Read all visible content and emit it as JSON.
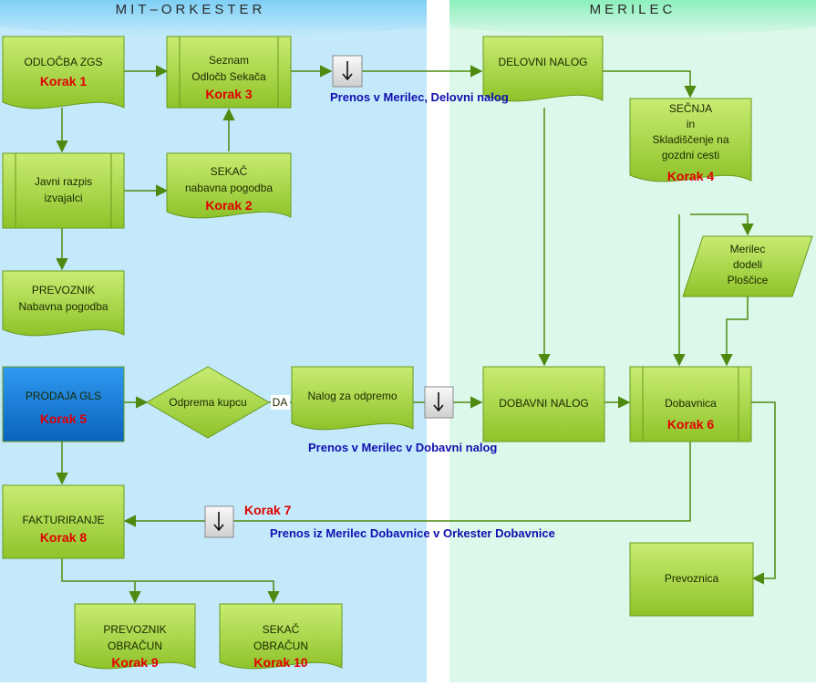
{
  "lanes": {
    "left": "MIT–ORKESTER",
    "right": "MERILEC"
  },
  "nodes": {
    "odlocba": {
      "lines": [
        "ODLOČBA ZGS"
      ],
      "step": "Korak 1"
    },
    "seznam": {
      "lines": [
        "Seznam",
        "Odločb Sekača"
      ],
      "step": "Korak 3"
    },
    "javni": {
      "lines": [
        "Javni razpis",
        "izvajalci"
      ]
    },
    "sekac": {
      "lines": [
        "SEKAČ",
        "nabavna pogodba"
      ],
      "step": "Korak 2"
    },
    "prevoznik": {
      "lines": [
        "PREVOZNIK",
        "Nabavna pogodba"
      ]
    },
    "prodaja": {
      "lines": [
        "PRODAJA GLS"
      ],
      "step": "Korak 5"
    },
    "odprema": {
      "lines": [
        "Odprema kupcu"
      ]
    },
    "da": {
      "lines": [
        "DA"
      ]
    },
    "nalog_odprema": {
      "lines": [
        "Nalog za odpremo"
      ]
    },
    "fakturiranje": {
      "lines": [
        "FAKTURIRANJE"
      ],
      "step": "Korak 8"
    },
    "prev_obracun": {
      "lines": [
        "PREVOZNIK",
        "OBRAČUN"
      ],
      "step": "Korak 9"
    },
    "sekac_obracun": {
      "lines": [
        "SEKAČ",
        "OBRAČUN"
      ],
      "step": "Korak 10"
    },
    "delovni": {
      "lines": [
        "DELOVNI NALOG"
      ]
    },
    "secnja": {
      "lines": [
        "SEČNJA",
        "in",
        "Skladiščenje na",
        "gozdni cesti"
      ],
      "step": "Korak 4"
    },
    "merilec_dodeli": {
      "lines": [
        "Merilec",
        "dodeli",
        "Ploščice"
      ]
    },
    "dobavni": {
      "lines": [
        "DOBAVNI NALOG"
      ]
    },
    "dobavnica": {
      "lines": [
        "Dobavnica"
      ],
      "step": "Korak 6"
    },
    "prevoznica": {
      "lines": [
        "Prevoznica"
      ]
    }
  },
  "notes": {
    "transfer1": "Prenos v Merilec, Delovni nalog",
    "transfer2": "Prenos v Merilec v Dobavni nalog",
    "transfer3": "Prenos iz Merilec Dobavnice v Orkester Dobavnice",
    "step7": "Korak 7"
  },
  "colors": {
    "left_lane": "#c3e9fb",
    "right_lane": "#dcf8ea",
    "node_green": "#a4d63c",
    "node_blue": "#1a7fd8",
    "arrow": "#4f8a10",
    "step_text": "#e00000",
    "note_text": "#1010b0"
  },
  "icons": {
    "transfer": "down-arrow-icon"
  }
}
